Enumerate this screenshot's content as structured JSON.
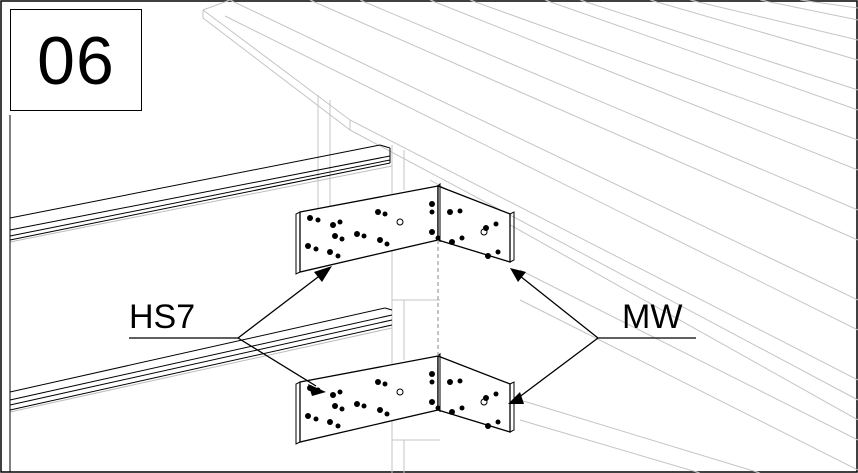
{
  "step": {
    "number": "06"
  },
  "callouts": {
    "left_label": "HS7",
    "right_label": "MW"
  },
  "colors": {
    "outline": "#000000",
    "background_lines": "#bdbdbd",
    "paper": "#ffffff"
  }
}
